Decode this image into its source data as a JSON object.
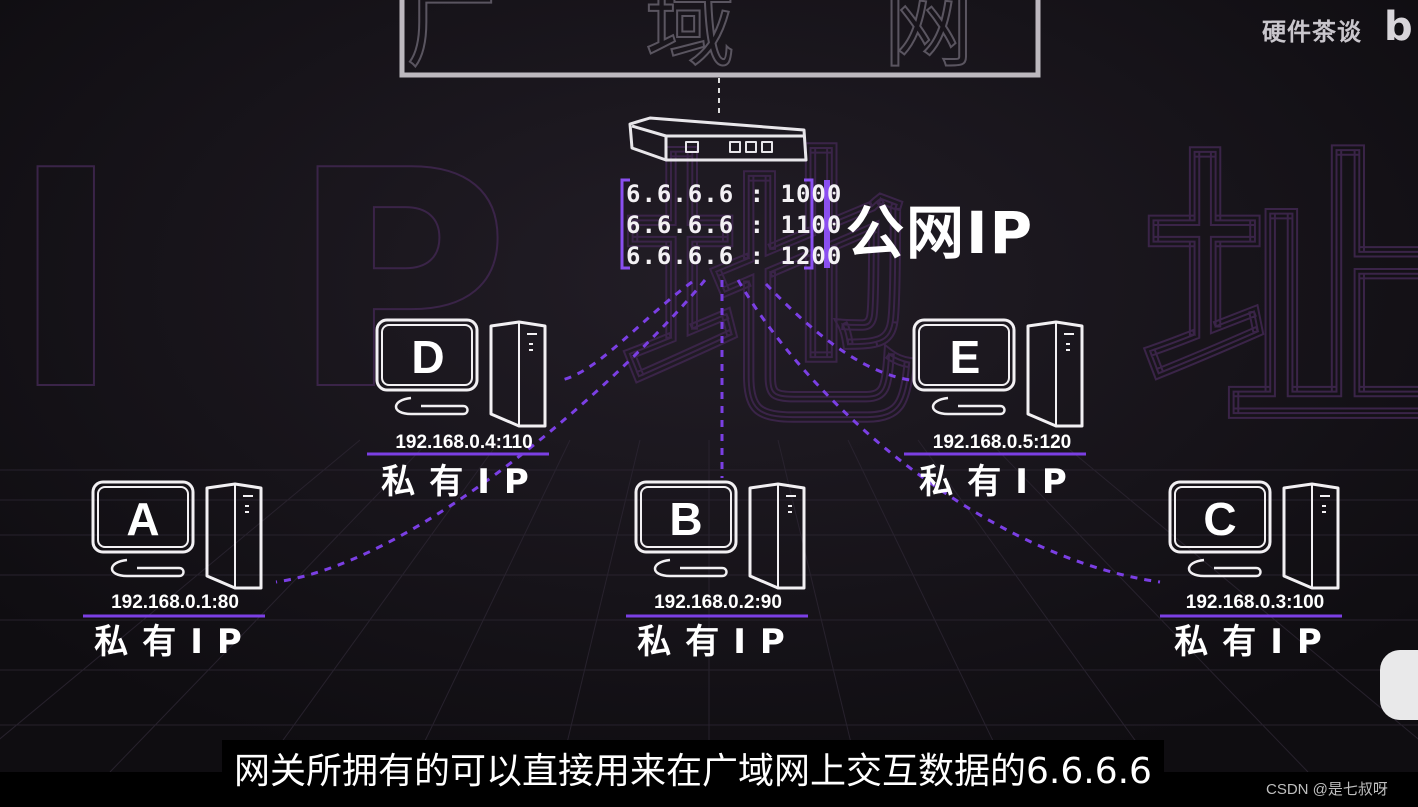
{
  "watermark": {
    "channel": "硬件茶谈",
    "logo": "b"
  },
  "background": {
    "top_box_text": "广 域 网",
    "big_letters": [
      "I",
      "P",
      "地",
      "址"
    ]
  },
  "gateway": {
    "ports": [
      {
        "ip": "6.6.6.6",
        "port": "1000"
      },
      {
        "ip": "6.6.6.6",
        "port": "1100"
      },
      {
        "ip": "6.6.6.6",
        "port": "1200"
      }
    ],
    "label": "公网IP"
  },
  "computers": {
    "A": {
      "letter": "A",
      "address": "192.168.0.1:80",
      "type": "私有IP"
    },
    "B": {
      "letter": "B",
      "address": "192.168.0.2:90",
      "type": "私有IP"
    },
    "C": {
      "letter": "C",
      "address": "192.168.0.3:100",
      "type": "私有IP"
    },
    "D": {
      "letter": "D",
      "address": "192.168.0.4:110",
      "type": "私有IP"
    },
    "E": {
      "letter": "E",
      "address": "192.168.0.5:120",
      "type": "私有IP"
    }
  },
  "subtitle": "网关所拥有的可以直接用来在广域网上交互数据的6.6.6.6",
  "credit": "CSDN @是七叔呀",
  "colors": {
    "accent": "#7b3fe4",
    "background": "#121013",
    "grid": "#2a2330"
  }
}
